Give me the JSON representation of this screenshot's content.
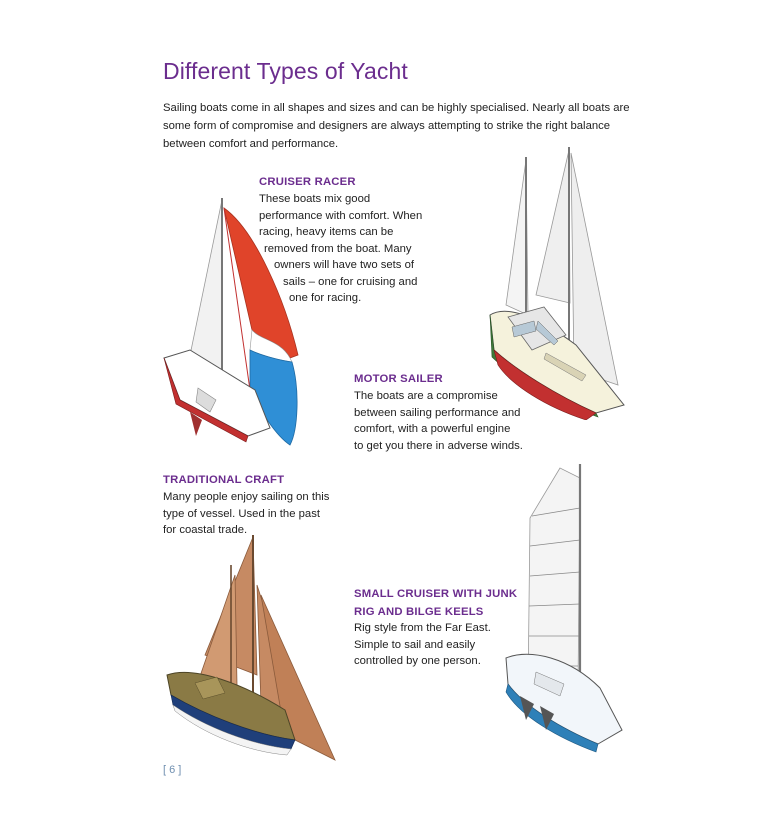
{
  "page": {
    "title": "Different Types of Yacht",
    "intro": "Sailing boats come in all shapes and sizes and can be highly specialised. Nearly all boats are some form of compromise and designers are always attempting to strike the right balance between comfort and performance.",
    "folio": "[ 6 ]"
  },
  "sections": {
    "cruiser_racer": {
      "heading": "CRUISER RACER",
      "lines": [
        "These boats mix good",
        "performance with comfort. When",
        "racing, heavy items can be",
        "removed from the boat. Many",
        "owners will have two sets of",
        "sails – one for cruising and",
        "one for racing."
      ]
    },
    "motor_sailer": {
      "heading": "MOTOR SAILER",
      "lines": [
        "The boats are a compromise",
        "between sailing performance and",
        "comfort, with a powerful engine",
        "to get you there in adverse winds."
      ]
    },
    "traditional_craft": {
      "heading": "TRADITIONAL CRAFT",
      "lines": [
        "Many people enjoy sailing on this",
        "type of vessel. Used in the past",
        "for coastal trade."
      ]
    },
    "junk_rig": {
      "heading_lines": [
        "SMALL CRUISER WITH JUNK",
        "RIG AND BILGE KEELS"
      ],
      "lines": [
        "Rig style from the Far East.",
        "Simple to sail and easily",
        "controlled by one person."
      ]
    }
  },
  "colors": {
    "heading": "#6b2d8e",
    "body_text": "#222222",
    "folio": "#6f8fb0",
    "spinnaker_red": "#e0442a",
    "spinnaker_blue": "#2f8fd6",
    "hull_green": "#3f7a3a",
    "hull_red": "#c23030",
    "tan_sail": "#c68a63",
    "junk_blue": "#2e80b8"
  }
}
